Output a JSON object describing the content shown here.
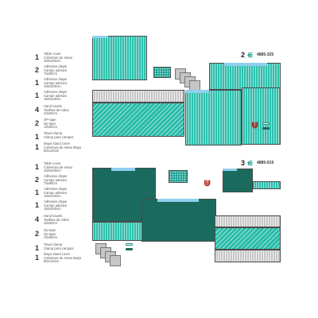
{
  "kits": [
    {
      "number": "2",
      "ref": "4885-325",
      "items": [
        {
          "qty": "1",
          "lines": [
            "Table cover",
            "Cobertura de mesa",
            "150x200cm"
          ]
        },
        {
          "qty": "2",
          "lines": [
            "Adhesive drape",
            "Campo adesivo",
            "75x90cm"
          ]
        },
        {
          "qty": "1",
          "lines": [
            "Adhesive drape",
            "Campo adesivo",
            "150x200cm"
          ]
        },
        {
          "qty": "1",
          "lines": [
            "Adhesive drape",
            "Campo adesivo",
            "150x240cm"
          ]
        },
        {
          "qty": "4",
          "lines": [
            "Hand towels",
            "Toalhas de mãos",
            "33x50cm"
          ]
        },
        {
          "qty": "2",
          "lines": [
            "OP-tape",
            "Op tape",
            "10x50cm"
          ]
        },
        {
          "qty": "1",
          "lines": [
            "Towel clamp",
            "Clamp para campos"
          ]
        },
        {
          "qty": "1",
          "lines": [
            "Mayo stand cover",
            "Cobertura de mesa Mayo",
            "80x140cm"
          ]
        }
      ]
    },
    {
      "number": "3",
      "ref": "4885-019",
      "items": [
        {
          "qty": "1",
          "lines": [
            "Table cover",
            "Cobertura de mesa",
            "150x200cm"
          ]
        },
        {
          "qty": "2",
          "lines": [
            "Adhesive drape",
            "Campo adesivo",
            "75x90cm"
          ]
        },
        {
          "qty": "1",
          "lines": [
            "Adhesive drape",
            "Campo adesivo",
            "150x240cm"
          ]
        },
        {
          "qty": "1",
          "lines": [
            "Adhesive drape",
            "Campo adesivo",
            "150x200cm"
          ]
        },
        {
          "qty": "4",
          "lines": [
            "Hand towels",
            "Toalhas de mãos",
            "33x50cm"
          ]
        },
        {
          "qty": "2",
          "lines": [
            "Op-tape",
            "Op tape",
            "10x50cm"
          ]
        },
        {
          "qty": "1",
          "lines": [
            "Towel clamp",
            "Clamp para campos"
          ]
        },
        {
          "qty": "1",
          "lines": [
            "Mayo stand cover",
            "Cobertura de mesa Mayo",
            "80x140cm"
          ]
        }
      ]
    }
  ],
  "colors": {
    "teal": "#2cc0ad",
    "dark_teal": "#1a6b5e",
    "light_blue": "#8fd0ef",
    "grey": "#c7c7c7",
    "clamp_red": "#b3201a"
  },
  "icons": [
    "drape-fold-icon",
    "towel-clamp-icon",
    "hand-towel-icon",
    "op-tape-icon"
  ]
}
